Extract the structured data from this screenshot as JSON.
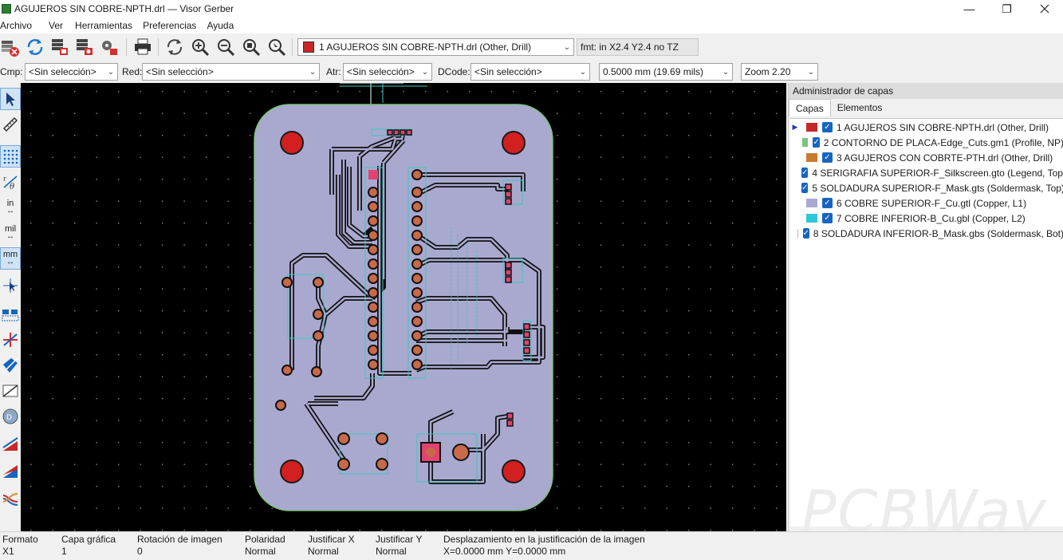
{
  "window": {
    "title": "AGUJEROS SIN COBRE-NPTH.drl — Visor Gerber",
    "minimize": "—",
    "maximize": "❐"
  },
  "menu": [
    "Archivo",
    "Ver",
    "Herramientas",
    "Preferencias",
    "Ayuda"
  ],
  "toolbar": {
    "active_layer": "1 AGUJEROS SIN COBRE-NPTH.drl (Other, Drill)",
    "active_layer_color": "#c62828",
    "format": "fmt: in X2.4 Y2.4 no TZ"
  },
  "filters": {
    "cmp_label": "Cmp:",
    "cmp_value": "<Sin selección>",
    "net_label": "Red:",
    "net_value": "<Sin selección>",
    "attr_label": "Atr:",
    "attr_value": "<Sin selección>",
    "dcode_label": "DCode:",
    "dcode_value": "<Sin selección>",
    "aperture": "0.5000 mm (19.69 mils)",
    "zoom": "Zoom 2.20"
  },
  "left_tools": {
    "inch": "in",
    "mil": "mil",
    "mm": "mm"
  },
  "panel": {
    "title": "Administrador de capas",
    "tabs": [
      "Capas",
      "Elementos"
    ],
    "layers": [
      {
        "label": "1 AGUJEROS SIN COBRE-NPTH.drl (Other, Drill)",
        "color": "#c62828",
        "active": true
      },
      {
        "label": "2 CONTORNO DE PLACA-Edge_Cuts.gm1 (Profile, NP)",
        "color": "#7cc47c",
        "active": false
      },
      {
        "label": "3 AGUJEROS CON COBRTE-PTH.drl (Other, Drill)",
        "color": "#c87a2e",
        "active": false
      },
      {
        "label": "4 SERIGRAFIA SUPERIOR-F_Silkscreen.gto (Legend, Top)",
        "color": "#3cc8c0",
        "active": false
      },
      {
        "label": "5 SOLDADURA SUPERIOR-F_Mask.gts (Soldermask, Top)",
        "color": "#d6577a",
        "active": false
      },
      {
        "label": "6 COBRE SUPERIOR-F_Cu.gtl (Copper, L1)",
        "color": "#a9a9cf",
        "active": false
      },
      {
        "label": "7 COBRE INFERIOR-B_Cu.gbl (Copper, L2)",
        "color": "#2ec8d8",
        "active": false
      },
      {
        "label": "8 SOLDADURA INFERIOR-B_Mask.gbs (Soldermask, Bot)",
        "color": "#e0b0a0",
        "active": false
      }
    ],
    "watermark": "PCBWay"
  },
  "status": {
    "format_label": "Formato",
    "format_value": "X1",
    "graphic_layer_label": "Capa gráfica",
    "graphic_layer_value": "1",
    "rotation_label": "Rotación de imagen",
    "rotation_value": "0",
    "polarity_label": "Polaridad",
    "polarity_value": "Normal",
    "justify_x_label": "Justificar X",
    "justify_x_value": "Normal",
    "justify_y_label": "Justificar Y",
    "justify_y_value": "Normal",
    "offset_label": "Desplazamiento en la justificación de la imagen",
    "offset_value": "X=0.0000 mm Y=0.0000 mm"
  }
}
